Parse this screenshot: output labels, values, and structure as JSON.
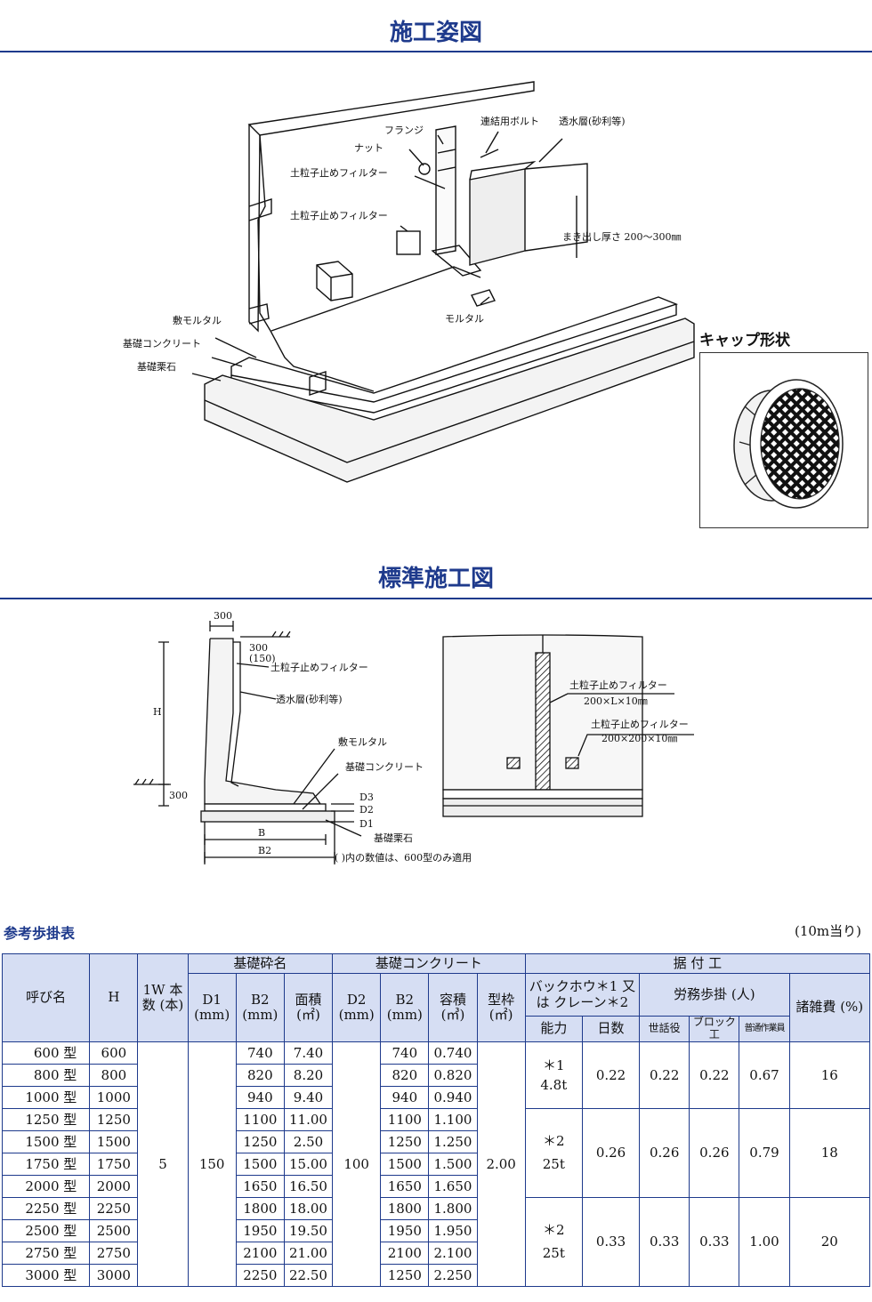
{
  "sections": {
    "perspective_title": "施工姿図",
    "standard_title": "標準施工図"
  },
  "perspective_labels": {
    "flange": "フランジ",
    "bolt": "連結用ボルト",
    "permeable": "透水層(砂利等)",
    "nut": "ナット",
    "filter_top": "土粒子止めフィルター",
    "filter_mid": "土粒子止めフィルター",
    "thickness": "まき出し厚さ 200〜300㎜",
    "mortar_bed": "敷モルタル",
    "foundation_concrete": "基礎コンクリート",
    "foundation_stone": "基礎栗石",
    "mortar": "モルタル"
  },
  "cap": {
    "title": "キャップ形状"
  },
  "section_labels": {
    "dim_300_top": "300",
    "dim_300_right": "300",
    "dim_150": "(150)",
    "filter": "土粒子止めフィルター",
    "permeable": "透水層(砂利等)",
    "h": "H",
    "dim_300_bottom": "300",
    "mortar_bed": "敷モルタル",
    "foundation_concrete": "基礎コンクリート",
    "d3": "D3",
    "d2": "D2",
    "d1": "D1",
    "foundation_stone": "基礎栗石",
    "b": "B",
    "b2": "B2",
    "note": "(  )内の数値は、600型のみ適用"
  },
  "front_labels": {
    "filter1": "土粒子止めフィルター",
    "filter1_size": "200×L×10㎜",
    "filter2": "土粒子止めフィルター",
    "filter2_size": "200×200×10㎜"
  },
  "table": {
    "title": "参考歩掛表",
    "unit": "(10m当り)",
    "headers": {
      "name": "呼び名",
      "h": "H",
      "count": "1W 本数 (本)",
      "stone_group": "基礎砕名",
      "d1": "D1 (mm)",
      "b2": "B2 (mm)",
      "area": "面積 (㎡)",
      "concrete_group": "基礎コンクリート",
      "d2": "D2 (mm)",
      "b2c": "B2 (mm)",
      "volume": "容積 (㎥)",
      "form": "型枠 (㎡)",
      "install_group": "据 付 工",
      "machine": "バックホウ＊1 又は クレーン＊2",
      "labor": "労務歩掛 (人)",
      "misc": "諸雑費 (%)",
      "capacity": "能力",
      "days": "日数",
      "foreman": "世話役",
      "block": "ブロック工",
      "worker": "普通作業員"
    },
    "rows": [
      {
        "name": "600 型",
        "h": "600",
        "b2": "740",
        "area": "7.40",
        "b2c": "740",
        "volume": "0.740"
      },
      {
        "name": "800 型",
        "h": "800",
        "b2": "820",
        "area": "8.20",
        "b2c": "820",
        "volume": "0.820"
      },
      {
        "name": "1000 型",
        "h": "1000",
        "b2": "940",
        "area": "9.40",
        "b2c": "940",
        "volume": "0.940"
      },
      {
        "name": "1250 型",
        "h": "1250",
        "b2": "1100",
        "area": "11.00",
        "b2c": "1100",
        "volume": "1.100"
      },
      {
        "name": "1500 型",
        "h": "1500",
        "b2": "1250",
        "area": "2.50",
        "b2c": "1250",
        "volume": "1.250"
      },
      {
        "name": "1750 型",
        "h": "1750",
        "b2": "1500",
        "area": "15.00",
        "b2c": "1500",
        "volume": "1.500"
      },
      {
        "name": "2000 型",
        "h": "2000",
        "b2": "1650",
        "area": "16.50",
        "b2c": "1650",
        "volume": "1.650"
      },
      {
        "name": "2250 型",
        "h": "2250",
        "b2": "1800",
        "area": "18.00",
        "b2c": "1800",
        "volume": "1.800"
      },
      {
        "name": "2500 型",
        "h": "2500",
        "b2": "1950",
        "area": "19.50",
        "b2c": "1950",
        "volume": "1.950"
      },
      {
        "name": "2750 型",
        "h": "2750",
        "b2": "2100",
        "area": "21.00",
        "b2c": "2100",
        "volume": "2.100"
      },
      {
        "name": "3000 型",
        "h": "3000",
        "b2": "2250",
        "area": "22.50",
        "b2c": "1250",
        "volume": "2.250"
      }
    ],
    "shared": {
      "count": "5",
      "d1": "150",
      "d2": "100",
      "form": "2.00"
    },
    "groups": [
      {
        "capacity_mark": "＊1",
        "capacity": "4.8t",
        "days": "0.22",
        "foreman": "0.22",
        "block": "0.22",
        "worker": "0.67",
        "misc": "16"
      },
      {
        "capacity_mark": "＊2",
        "capacity": "25t",
        "days": "0.26",
        "foreman": "0.26",
        "block": "0.26",
        "worker": "0.79",
        "misc": "18"
      },
      {
        "capacity_mark": "＊2",
        "capacity": "25t",
        "days": "0.33",
        "foreman": "0.33",
        "block": "0.33",
        "worker": "1.00",
        "misc": "20"
      }
    ]
  }
}
